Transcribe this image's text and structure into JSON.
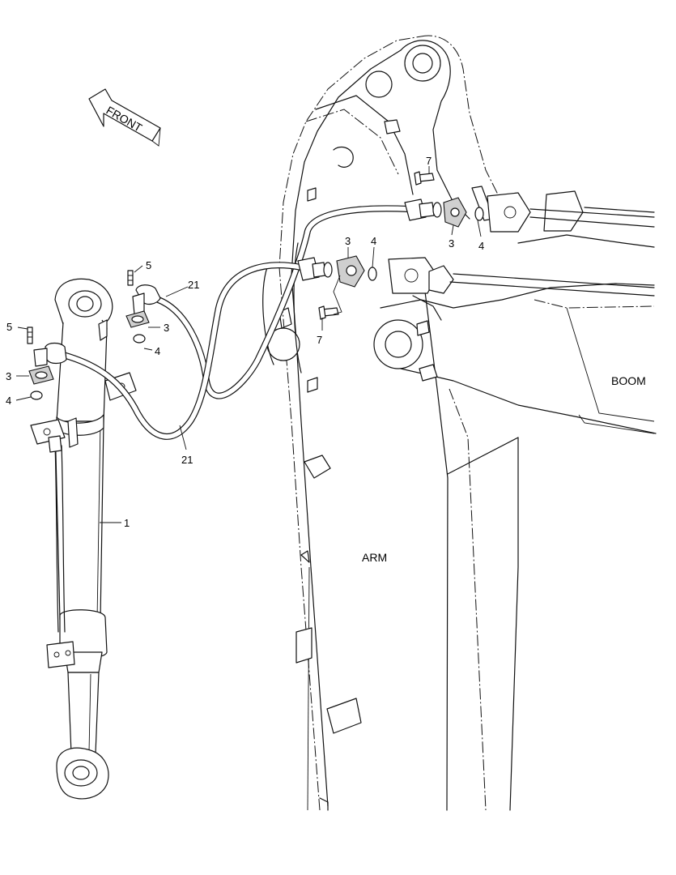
{
  "direction_label": "FRONT",
  "region_labels": {
    "boom": "BOOM",
    "arm": "ARM"
  },
  "callouts": {
    "cylinder": "1",
    "flange_left_upper": "3",
    "flange_left_lower": "3",
    "flange_right_a": "3",
    "flange_right_b": "3",
    "oring_left_upper": "4",
    "oring_left_lower": "4",
    "oring_right_a": "4",
    "oring_right_b": "4",
    "bolt_left_upper": "5",
    "bolt_left_lower": "5",
    "bolt_right_a": "7",
    "bolt_right_b": "7",
    "hose_upper": "21",
    "hose_lower": "21"
  },
  "colors": {
    "line": "#111111",
    "background": "#ffffff"
  }
}
